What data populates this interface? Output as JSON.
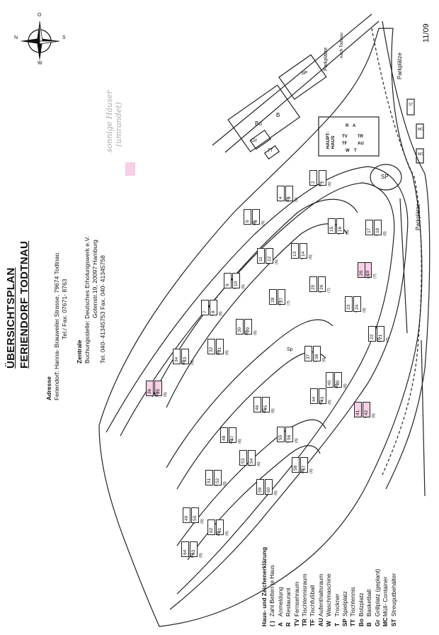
{
  "title": {
    "line1": "ÜBERSICHTSPLAN",
    "line2": "FERIENDORF TODTNAU"
  },
  "address": {
    "heading": "Adresse",
    "line1": "Feriendorf: Hanna- Brauweiler Strasse, 79674 Todtnau",
    "line2": "Tel./ Fax. 07671- 8763"
  },
  "booking": {
    "heading": "Zentrale",
    "line1": "Buchungsstelle: Deutsches Erholungswerk e.V.",
    "line2": "Gotenstr.19, 20097 Hamburg",
    "line3": "Tel. 040- 41345753   Fax. 040- 41345758"
  },
  "date": "11/09",
  "handwritten": {
    "line1": "sonnige Häuser",
    "line2": "(umrandet)"
  },
  "compass": {
    "n": "N",
    "o": "O",
    "s": "S",
    "w": "W"
  },
  "legend": {
    "title": "Haus- und Zeichenerklärung",
    "items": [
      {
        "code": "( )",
        "text": "Zahl Betten je Haus"
      },
      {
        "code": "A",
        "text": "Anmeldung"
      },
      {
        "code": "R",
        "text": "Restaurant"
      },
      {
        "code": "TV",
        "text": "Fernsehraum"
      },
      {
        "code": "TR",
        "text": "Tischtennisraum"
      },
      {
        "code": "TF",
        "text": "Tischfußball"
      },
      {
        "code": "AU",
        "text": "Aufenthaltsraum"
      },
      {
        "code": "W",
        "text": "Waschmaschine"
      },
      {
        "code": "T",
        "text": "Trockner"
      },
      {
        "code": "SP",
        "text": "Spielplatz"
      },
      {
        "code": "TT",
        "text": "Tischtennis"
      },
      {
        "code": "Bo",
        "text": "Bolzplatz"
      },
      {
        "code": "B",
        "text": "Basketball"
      },
      {
        "code": "Gr",
        "text": "Grillplatz (geplant)"
      },
      {
        "code": "MC",
        "text": "Müll- Container"
      },
      {
        "code": "ST",
        "text": "Streugutbehälter"
      }
    ]
  },
  "labels": {
    "parkplaetze_top": "Parkplätze",
    "parkplaetze_mid": "Parkplätze",
    "parkplaetze_bottom": "Parkplätze",
    "nach_todtnau": "nach Todtnau",
    "sp1": "SP",
    "sp2": "SP",
    "sp3": "Sp",
    "bo": "Bo",
    "b": "B",
    "gr": "Gr",
    "tt": "TT",
    "mc1": "MC",
    "mc2": "MC",
    "st": "ST",
    "haupthaus": "HAUPT- HAUS",
    "hh_r": "R",
    "hh_a": "A",
    "hh_tv": "TV",
    "hh_tr": "TR",
    "hh_tf": "TF",
    "hh_au": "AU",
    "hh_w": "W",
    "hh_t": "T"
  },
  "houses": [
    {
      "num": "1",
      "beds": "(6)"
    },
    {
      "num": "2",
      "beds": "(6)"
    },
    {
      "num": "3",
      "beds": "(6)"
    },
    {
      "num": "4",
      "beds": "(5)"
    },
    {
      "num": "5",
      "beds": "(5)"
    },
    {
      "num": "6",
      "beds": "(6)"
    },
    {
      "num": "7",
      "beds": "(8)"
    },
    {
      "num": "8",
      "beds": "(6)"
    },
    {
      "num": "9",
      "beds": "(6)"
    },
    {
      "num": "10",
      "beds": "(6)"
    },
    {
      "num": "11",
      "beds": "(6)"
    },
    {
      "num": "12",
      "beds": "(6)"
    },
    {
      "num": "13",
      "beds": "(6)"
    },
    {
      "num": "14",
      "beds": "(6)"
    },
    {
      "num": "15",
      "beds": "(6)"
    },
    {
      "num": "16",
      "beds": "(6)"
    },
    {
      "num": "17",
      "beds": "(6)"
    },
    {
      "num": "18",
      "beds": "(6)"
    },
    {
      "num": "19",
      "beds": "(7)"
    },
    {
      "num": "20",
      "beds": "(7)"
    },
    {
      "num": "21",
      "beds": "(7)"
    },
    {
      "num": "22",
      "beds": "(7)"
    },
    {
      "num": "23",
      "beds": "(6)"
    },
    {
      "num": "24",
      "beds": "(6)"
    },
    {
      "num": "25",
      "beds": "(7)"
    },
    {
      "num": "26",
      "beds": "(7)"
    },
    {
      "num": "27",
      "beds": "(7)"
    },
    {
      "num": "28",
      "beds": "(7)"
    },
    {
      "num": "29",
      "beds": "(6)"
    },
    {
      "num": "30",
      "beds": "(6)"
    },
    {
      "num": "31",
      "beds": "(6)"
    },
    {
      "num": "32",
      "beds": "(6)"
    },
    {
      "num": "33",
      "beds": "(6)"
    },
    {
      "num": "34",
      "beds": "(6)"
    },
    {
      "num": "35",
      "beds": "(6)"
    },
    {
      "num": "36",
      "beds": "(6)"
    },
    {
      "num": "37",
      "beds": "(6)"
    },
    {
      "num": "38",
      "beds": "(6)"
    },
    {
      "num": "39",
      "beds": "(6)"
    },
    {
      "num": "40",
      "beds": "(6)"
    },
    {
      "num": "41",
      "beds": "(6)"
    },
    {
      "num": "42",
      "beds": "(6)"
    },
    {
      "num": "43",
      "beds": "(6)"
    },
    {
      "num": "44",
      "beds": "(6)"
    },
    {
      "num": "45",
      "beds": "(6)"
    },
    {
      "num": "46",
      "beds": "(6)"
    },
    {
      "num": "47",
      "beds": "(6)"
    },
    {
      "num": "48",
      "beds": "(6)"
    },
    {
      "num": "49",
      "beds": "(6)"
    },
    {
      "num": "50",
      "beds": "(6)"
    },
    {
      "num": "51",
      "beds": "(6)"
    },
    {
      "num": "52",
      "beds": "(6)"
    },
    {
      "num": "53",
      "beds": "(6)"
    },
    {
      "num": "54",
      "beds": "(6)"
    },
    {
      "num": "55",
      "beds": "(6)"
    },
    {
      "num": "56",
      "beds": "(6)"
    },
    {
      "num": "57",
      "beds": "(6)"
    },
    {
      "num": "58",
      "beds": "(6)"
    },
    {
      "num": "59",
      "beds": "(6)"
    },
    {
      "num": "60",
      "beds": "(6)"
    },
    {
      "num": "61",
      "beds": "(6)"
    },
    {
      "num": "62",
      "beds": "(6)"
    },
    {
      "num": "63",
      "beds": "(6)"
    },
    {
      "num": "64",
      "beds": "(6)"
    }
  ],
  "highlight_color": "#f7cfe7"
}
